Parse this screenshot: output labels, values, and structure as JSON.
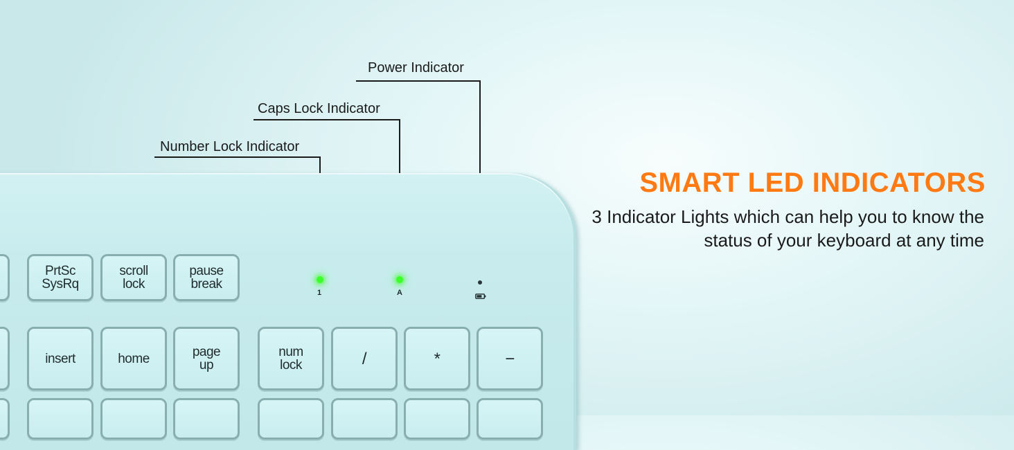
{
  "callouts": {
    "power": "Power Indicator",
    "caps": "Caps Lock Indicator",
    "number": "Number Lock Indicator"
  },
  "indicator_symbols": {
    "number": "1",
    "caps": "A",
    "power_icon": "battery-icon"
  },
  "keys": {
    "prtsc": "PrtSc\nSysRq",
    "scroll": "scroll\nlock",
    "pause": "pause\nbreak",
    "insert": "insert",
    "home": "home",
    "pageup": "page\nup",
    "numlock": "num\nlock",
    "divide": "/",
    "multiply": "*",
    "minus": "−"
  },
  "headline": "SMART LED INDICATORS",
  "description": "3 Indicator Lights which can help you to know the status of your keyboard at any time",
  "colors": {
    "headline": "#ff7a12",
    "led_on": "#3dff2a",
    "keyboard_body": "#c8ecee"
  }
}
